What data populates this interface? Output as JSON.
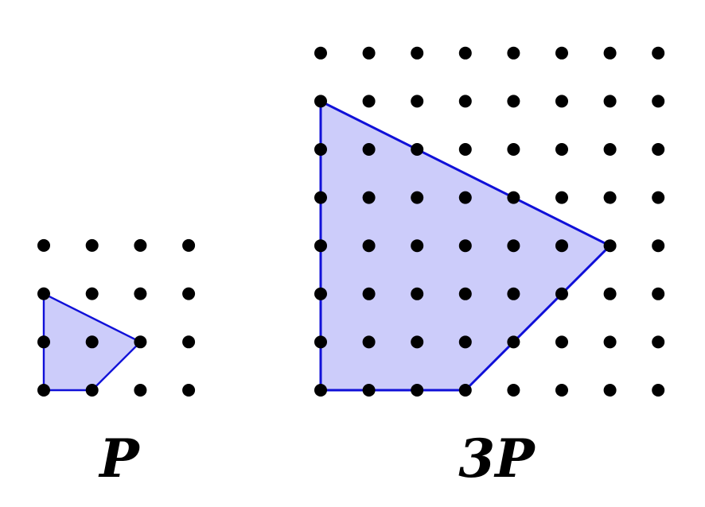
{
  "colors": {
    "dot": "#000000",
    "polygon_fill": "#ccccfa",
    "polygon_stroke": "#1010d8",
    "background": "#ffffff"
  },
  "lattices": [
    {
      "name": "P",
      "label": "P",
      "grid_cols": 4,
      "grid_rows": 4,
      "polygon_vertices": [
        [
          0,
          0
        ],
        [
          1,
          0
        ],
        [
          2,
          1
        ],
        [
          0,
          2
        ]
      ]
    },
    {
      "name": "3P",
      "label": "3P",
      "grid_cols": 8,
      "grid_rows": 8,
      "polygon_vertices": [
        [
          0,
          0
        ],
        [
          3,
          0
        ],
        [
          6,
          3
        ],
        [
          0,
          6
        ]
      ]
    }
  ]
}
